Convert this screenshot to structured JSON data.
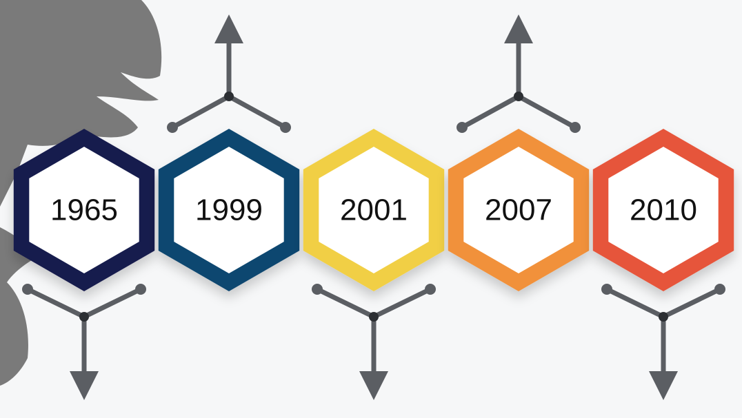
{
  "timeline": {
    "items": [
      {
        "year": "1965",
        "color": "#191a4d",
        "connector": "down"
      },
      {
        "year": "1999",
        "color": "#0f4670",
        "connector": "up"
      },
      {
        "year": "2001",
        "color": "#f1cf45",
        "connector": "down"
      },
      {
        "year": "2007",
        "color": "#f1913a",
        "connector": "up"
      },
      {
        "year": "2010",
        "color": "#e6553a",
        "connector": "down"
      }
    ],
    "connector_color": "#5b5e63",
    "decoration_color": "#7a7a7a"
  }
}
